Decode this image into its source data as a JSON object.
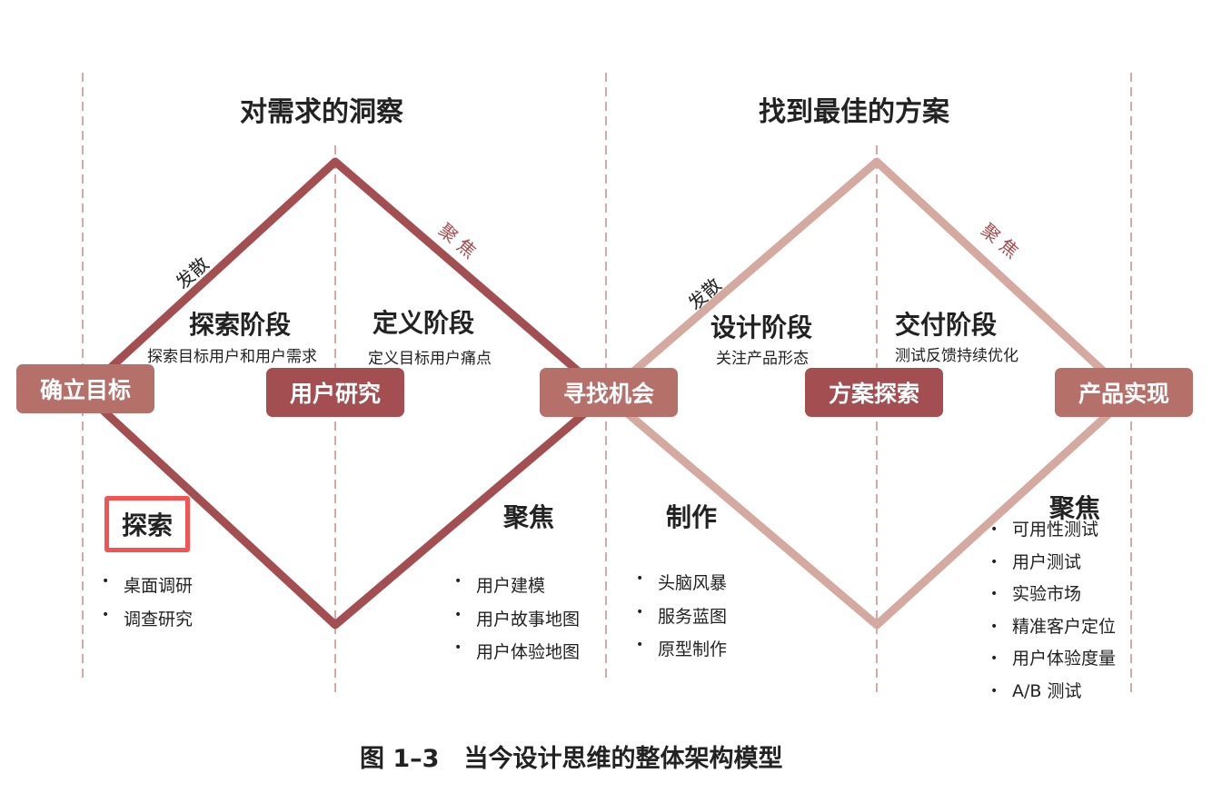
{
  "headers": {
    "left": "对需求的洞察",
    "right": "找到最佳的方案"
  },
  "diverge_label": "发散",
  "converge_label": "聚 焦",
  "stages": [
    {
      "title": "探索阶段",
      "sub": "探索目标用户和用户需求"
    },
    {
      "title": "定义阶段",
      "sub": "定义目标用户痛点"
    },
    {
      "title": "设计阶段",
      "sub": "关注产品形态"
    },
    {
      "title": "交付阶段",
      "sub": "测试反馈持续优化"
    }
  ],
  "milestones": [
    "确立目标",
    "用户研究",
    "寻找机会",
    "方案探索",
    "产品实现"
  ],
  "activities": [
    {
      "label": "探索",
      "items": [
        "桌面调研",
        "调查研究"
      ]
    },
    {
      "label": "聚焦",
      "items": [
        "用户建模",
        "用户故事地图",
        "用户体验地图"
      ]
    },
    {
      "label": "制作",
      "items": [
        "头脑风暴",
        "服务蓝图",
        "原型制作"
      ]
    },
    {
      "label": "聚焦",
      "items": [
        "可用性测试",
        "用户测试",
        "实验市场",
        "精准客户定位",
        "用户体验度量",
        "A/B 测试"
      ]
    }
  ],
  "caption": "图 1–3　当今设计思维的整体架构模型",
  "colors": {
    "dark": "#a34f52",
    "light": "#b5706a",
    "light_line": "#d4a9a0",
    "dash": "#c98a8a",
    "highlight": "#f25454"
  }
}
